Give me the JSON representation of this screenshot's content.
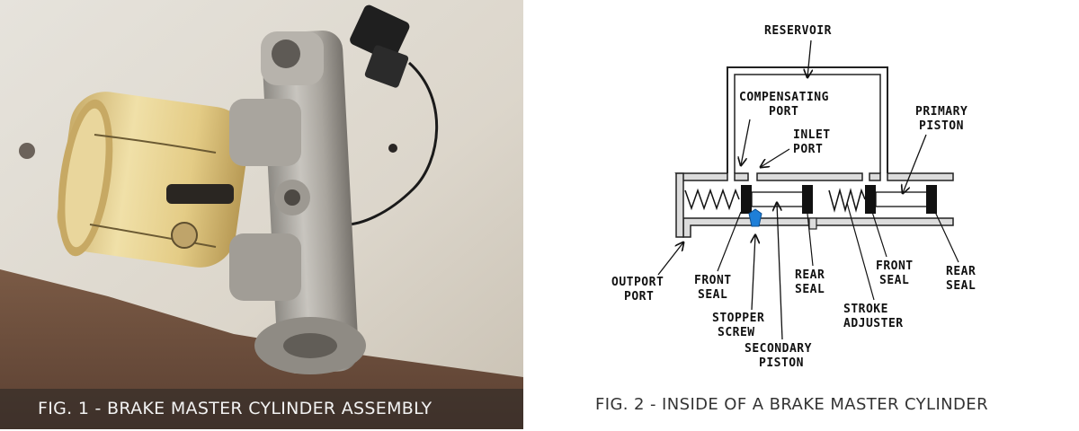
{
  "figure1": {
    "caption": "FIG. 1 - BRAKE MASTER CYLINDER ASSEMBLY"
  },
  "figure2": {
    "caption": "FIG. 2 - INSIDE OF A BRAKE MASTER CYLINDER",
    "labels": {
      "reservoir": "RESERVOIR",
      "compensating_port_1": "COMPENSATING",
      "compensating_port_2": "PORT",
      "inlet_port_1": "INLET",
      "inlet_port_2": "PORT",
      "primary_piston_1": "PRIMARY",
      "primary_piston_2": "PISTON",
      "outport_port_1": "OUTPORT",
      "outport_port_2": "PORT",
      "front_seal_left_1": "FRONT",
      "front_seal_left_2": "SEAL",
      "rear_seal_left_1": "REAR",
      "rear_seal_left_2": "SEAL",
      "front_seal_right_1": "FRONT",
      "front_seal_right_2": "SEAL",
      "rear_seal_right_1": "REAR",
      "rear_seal_right_2": "SEAL",
      "stopper_screw_1": "STOPPER",
      "stopper_screw_2": "SCREW",
      "stroke_adjuster_1": "STROKE",
      "stroke_adjuster_2": "ADJUSTER",
      "secondary_piston_1": "SECONDARY",
      "secondary_piston_2": "PISTON"
    }
  },
  "colors": {
    "stopper_screw": "#1e7fd8",
    "seal": "#111111",
    "wall_fill": "#dcdcdc"
  }
}
